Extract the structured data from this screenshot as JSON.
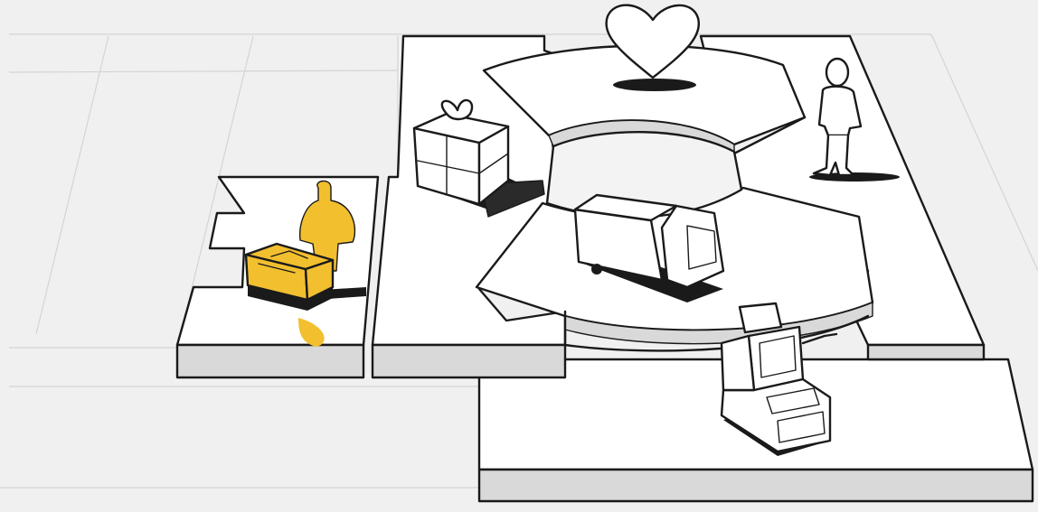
{
  "scene": {
    "description_visible_text": "",
    "colors": {
      "background": "#f0f0f0",
      "block_top": "#ffffff",
      "block_side": "#d9d9d9",
      "highlight": "#f2bf2f",
      "ink": "#1a1a1a"
    },
    "blocks": [
      "key-resources-block",
      "value-proposition-block",
      "customer-relationships-block",
      "channels-block",
      "customer-segments-block",
      "revenue-streams-block"
    ],
    "icons": [
      "heart-icon",
      "gift-box-icon",
      "person-icon",
      "delivery-truck-icon",
      "cash-register-icon",
      "worker-with-machine-icon"
    ]
  }
}
